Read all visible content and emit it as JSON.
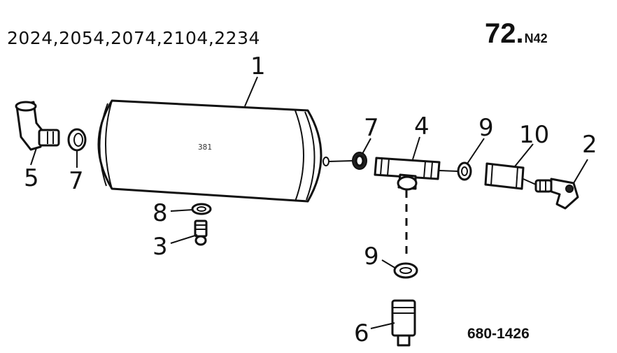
{
  "header": {
    "models": "2024,2054,2074,2104,2234",
    "page_number": "72.",
    "page_suffix": "N42"
  },
  "drawing_number": "680-1426",
  "tank_marking": "381",
  "callouts": {
    "c1": "1",
    "c2": "2",
    "c3": "3",
    "c4": "4",
    "c5": "5",
    "c6": "6",
    "c7a": "7",
    "c7b": "7",
    "c8": "8",
    "c9a": "9",
    "c9b": "9",
    "c10": "10"
  }
}
